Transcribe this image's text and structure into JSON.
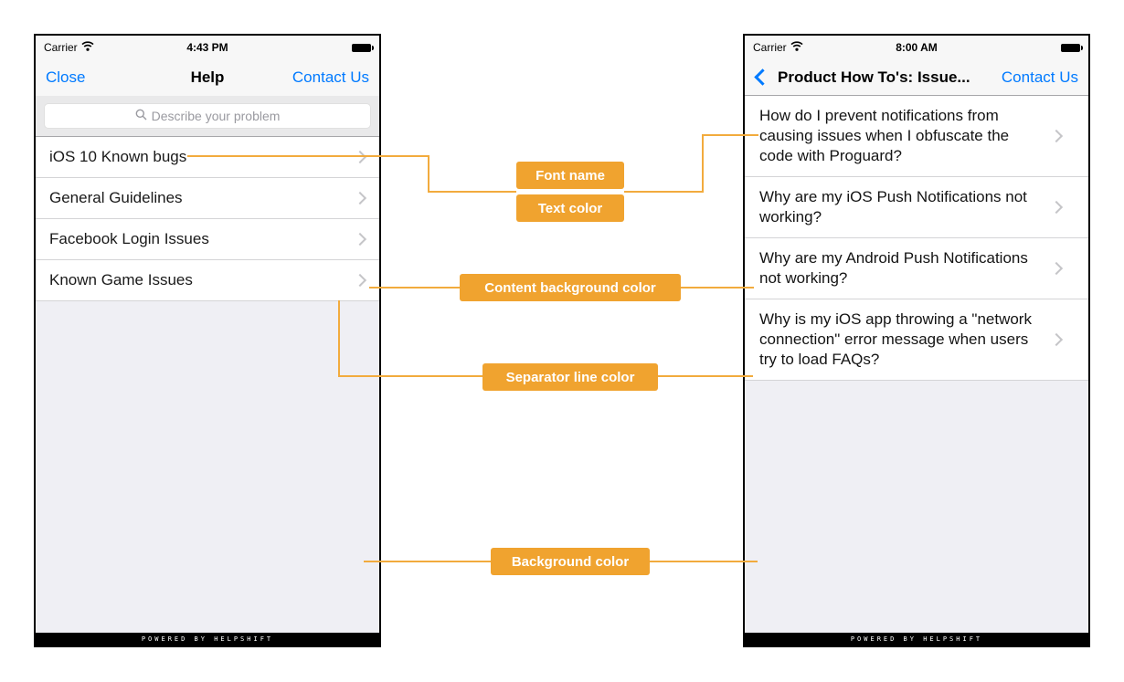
{
  "colors": {
    "annotation_bg": "#f0a32f",
    "connector_line": "#f2ab3d",
    "ios_link_blue": "#007aff",
    "content_background": "#ffffff",
    "screen_background": "#efeff4",
    "separator_line": "#d4d4d6",
    "text_color": "#1a1a1a",
    "bar_background": "#f7f7f7",
    "footer_background": "#000000"
  },
  "annotations": {
    "font_name": "Font name",
    "text_color": "Text color",
    "content_background": "Content background color",
    "separator_line": "Separator line color",
    "background": "Background color"
  },
  "left_phone": {
    "status": {
      "carrier": "Carrier",
      "time": "4:43 PM"
    },
    "nav": {
      "close": "Close",
      "title": "Help",
      "contact": "Contact Us"
    },
    "search": {
      "placeholder": "Describe your problem"
    },
    "faqs": [
      {
        "label": "iOS 10 Known bugs"
      },
      {
        "label": "General Guidelines"
      },
      {
        "label": "Facebook Login Issues"
      },
      {
        "label": "Known Game Issues"
      }
    ],
    "footer": "POWERED BY HELPSHIFT"
  },
  "right_phone": {
    "status": {
      "carrier": "Carrier",
      "time": "8:00 AM"
    },
    "nav": {
      "title": "Product How To's: Issue...",
      "contact": "Contact Us"
    },
    "faqs": [
      {
        "label": "How do I prevent notifications from causing issues when I obfuscate the code with Proguard?"
      },
      {
        "label": "Why are my iOS Push Notifications not working?"
      },
      {
        "label": "Why are my Android Push Notifications not working?"
      },
      {
        "label": "Why is my iOS app throwing a \"network connection\" error message when users try to load FAQs?"
      }
    ],
    "footer": "POWERED BY HELPSHIFT"
  }
}
